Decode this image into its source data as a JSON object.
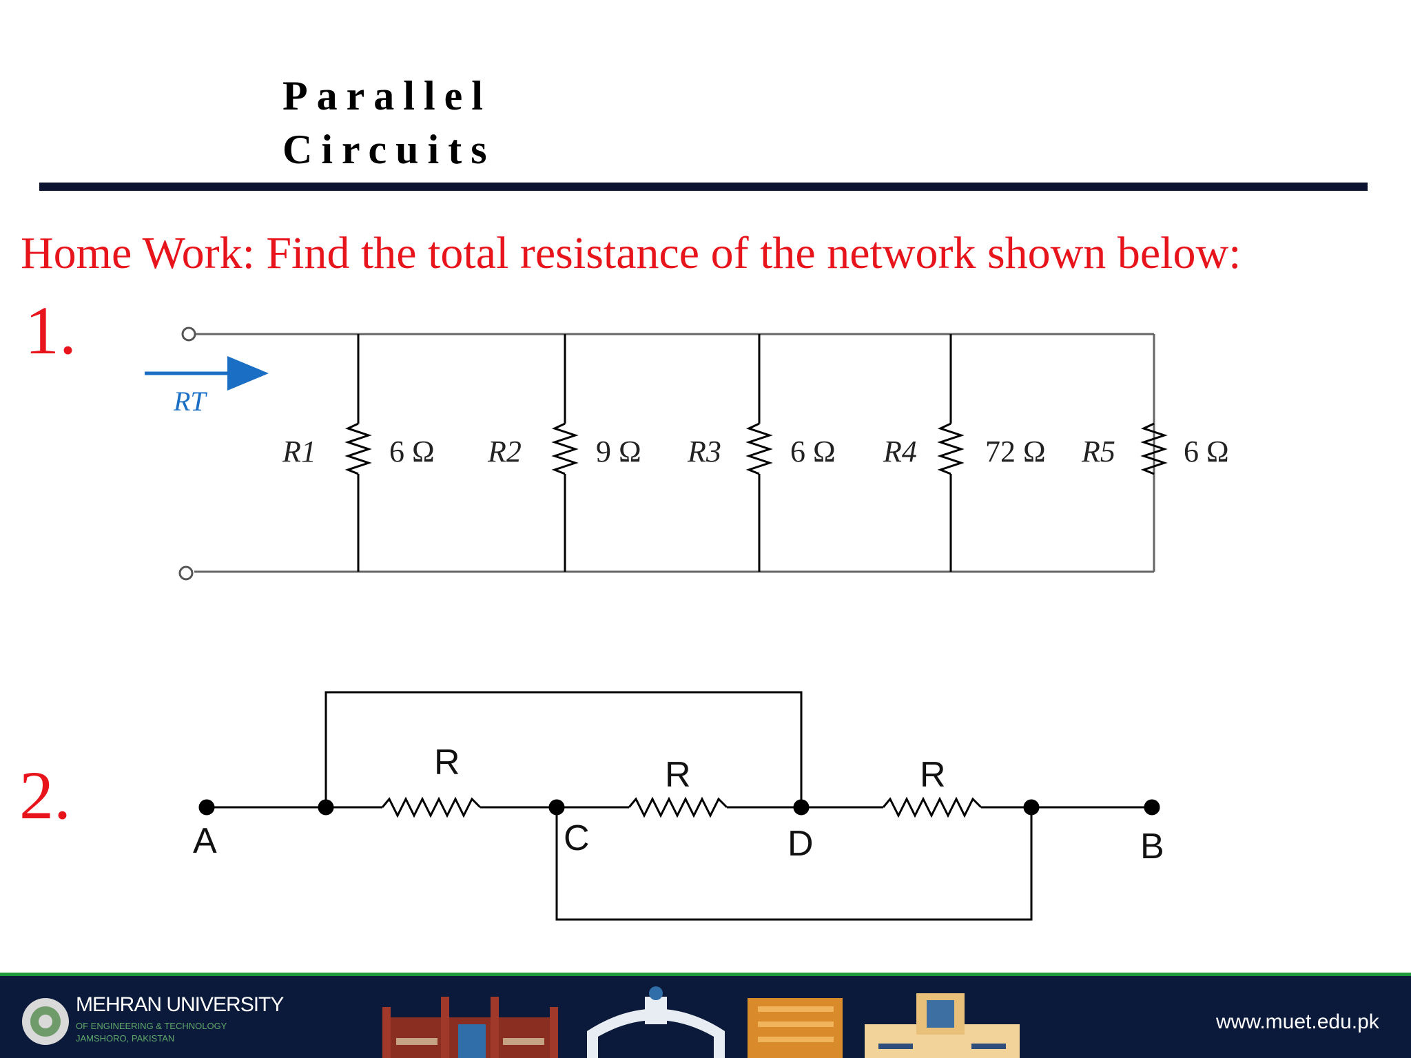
{
  "slide": {
    "title": "Parallel Circuits",
    "prompt": "Home Work: Find the total resistance of the network shown below:",
    "problem1_number": "1.",
    "problem2_number": "2."
  },
  "circuit1": {
    "total_label": "RT",
    "resistors": [
      {
        "name": "R1",
        "value": "6 Ω"
      },
      {
        "name": "R2",
        "value": "9 Ω"
      },
      {
        "name": "R3",
        "value": "6 Ω"
      },
      {
        "name": "R4",
        "value": "72 Ω"
      },
      {
        "name": "R5",
        "value": "6 Ω"
      }
    ]
  },
  "circuit2": {
    "resistor_label": "R",
    "nodes": [
      "A",
      "C",
      "D",
      "B"
    ]
  },
  "footer": {
    "university": "MEHRAN UNIVERSITY",
    "sub1": "OF ENGINEERING & TECHNOLOGY",
    "sub2": "JAMSHORO, PAKISTAN",
    "url": "www.muet.edu.pk"
  },
  "colors": {
    "prompt_red": "#e8141c",
    "arrow_blue": "#1a6fc4",
    "footer_navy": "#0b1a3a"
  }
}
